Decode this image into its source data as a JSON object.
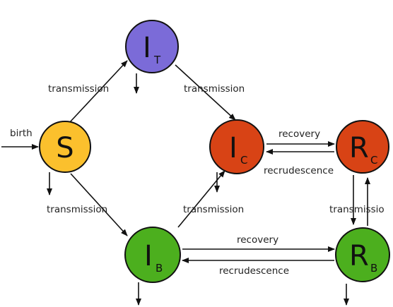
{
  "nodes": {
    "S": {
      "main": "S",
      "sub": "",
      "color": "#FBC02D"
    },
    "IT": {
      "main": "I",
      "sub": "T",
      "color": "#7B6BD8"
    },
    "IC": {
      "main": "I",
      "sub": "C",
      "color": "#D84315"
    },
    "RC": {
      "main": "R",
      "sub": "C",
      "color": "#D84315"
    },
    "IB": {
      "main": "I",
      "sub": "B",
      "color": "#4CAF1E"
    },
    "RB": {
      "main": "R",
      "sub": "B",
      "color": "#4CAF1E"
    }
  },
  "labels": {
    "birth": "birth",
    "s_to_it": "transmission",
    "it_to_ic": "transmission",
    "s_to_ib": "transmission",
    "ib_to_ic": "transmission",
    "ic_to_rc": "recovery",
    "rc_to_ic": "recrudescence",
    "rb_to_rc": "transmissio",
    "ib_to_rb": "recovery",
    "rb_to_ib": "recrudescence"
  }
}
